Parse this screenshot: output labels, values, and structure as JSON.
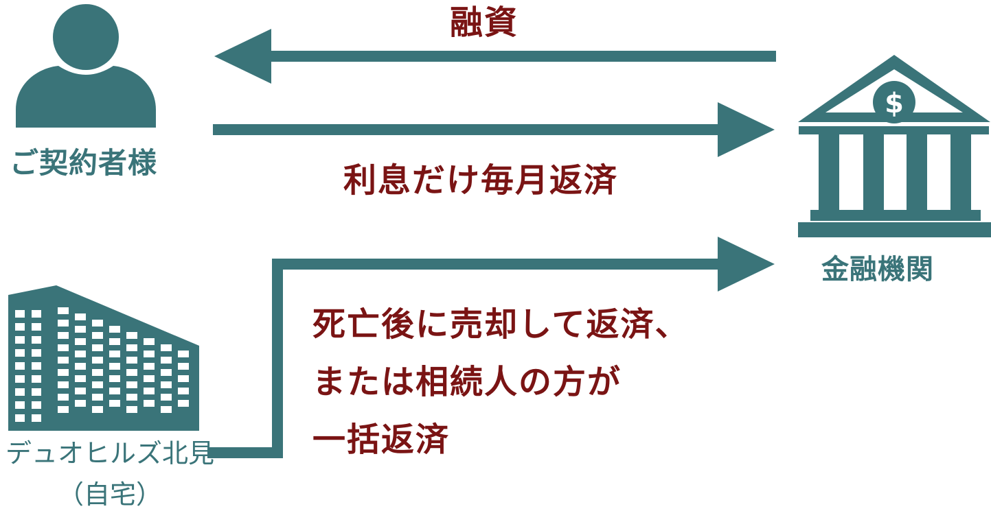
{
  "colors": {
    "teal": "#3a7479",
    "dark_red": "#7a1414",
    "white": "#ffffff"
  },
  "icons": {
    "customer": "person-icon",
    "bank": "bank-icon",
    "house": "apartment-building-icon"
  },
  "nodes": {
    "customer": {
      "label": "ご契約者様"
    },
    "bank": {
      "label": "金融機関",
      "symbol": "$"
    },
    "house": {
      "label": "デュオヒルズ北見",
      "sublabel": "（自宅）"
    }
  },
  "flows": {
    "loan": {
      "label": "融資"
    },
    "interest": {
      "label": "利息だけ毎月返済"
    },
    "repayment": {
      "lines": [
        "死亡後に売却して返済、",
        "または相続人の方が",
        "一括返済"
      ]
    }
  }
}
